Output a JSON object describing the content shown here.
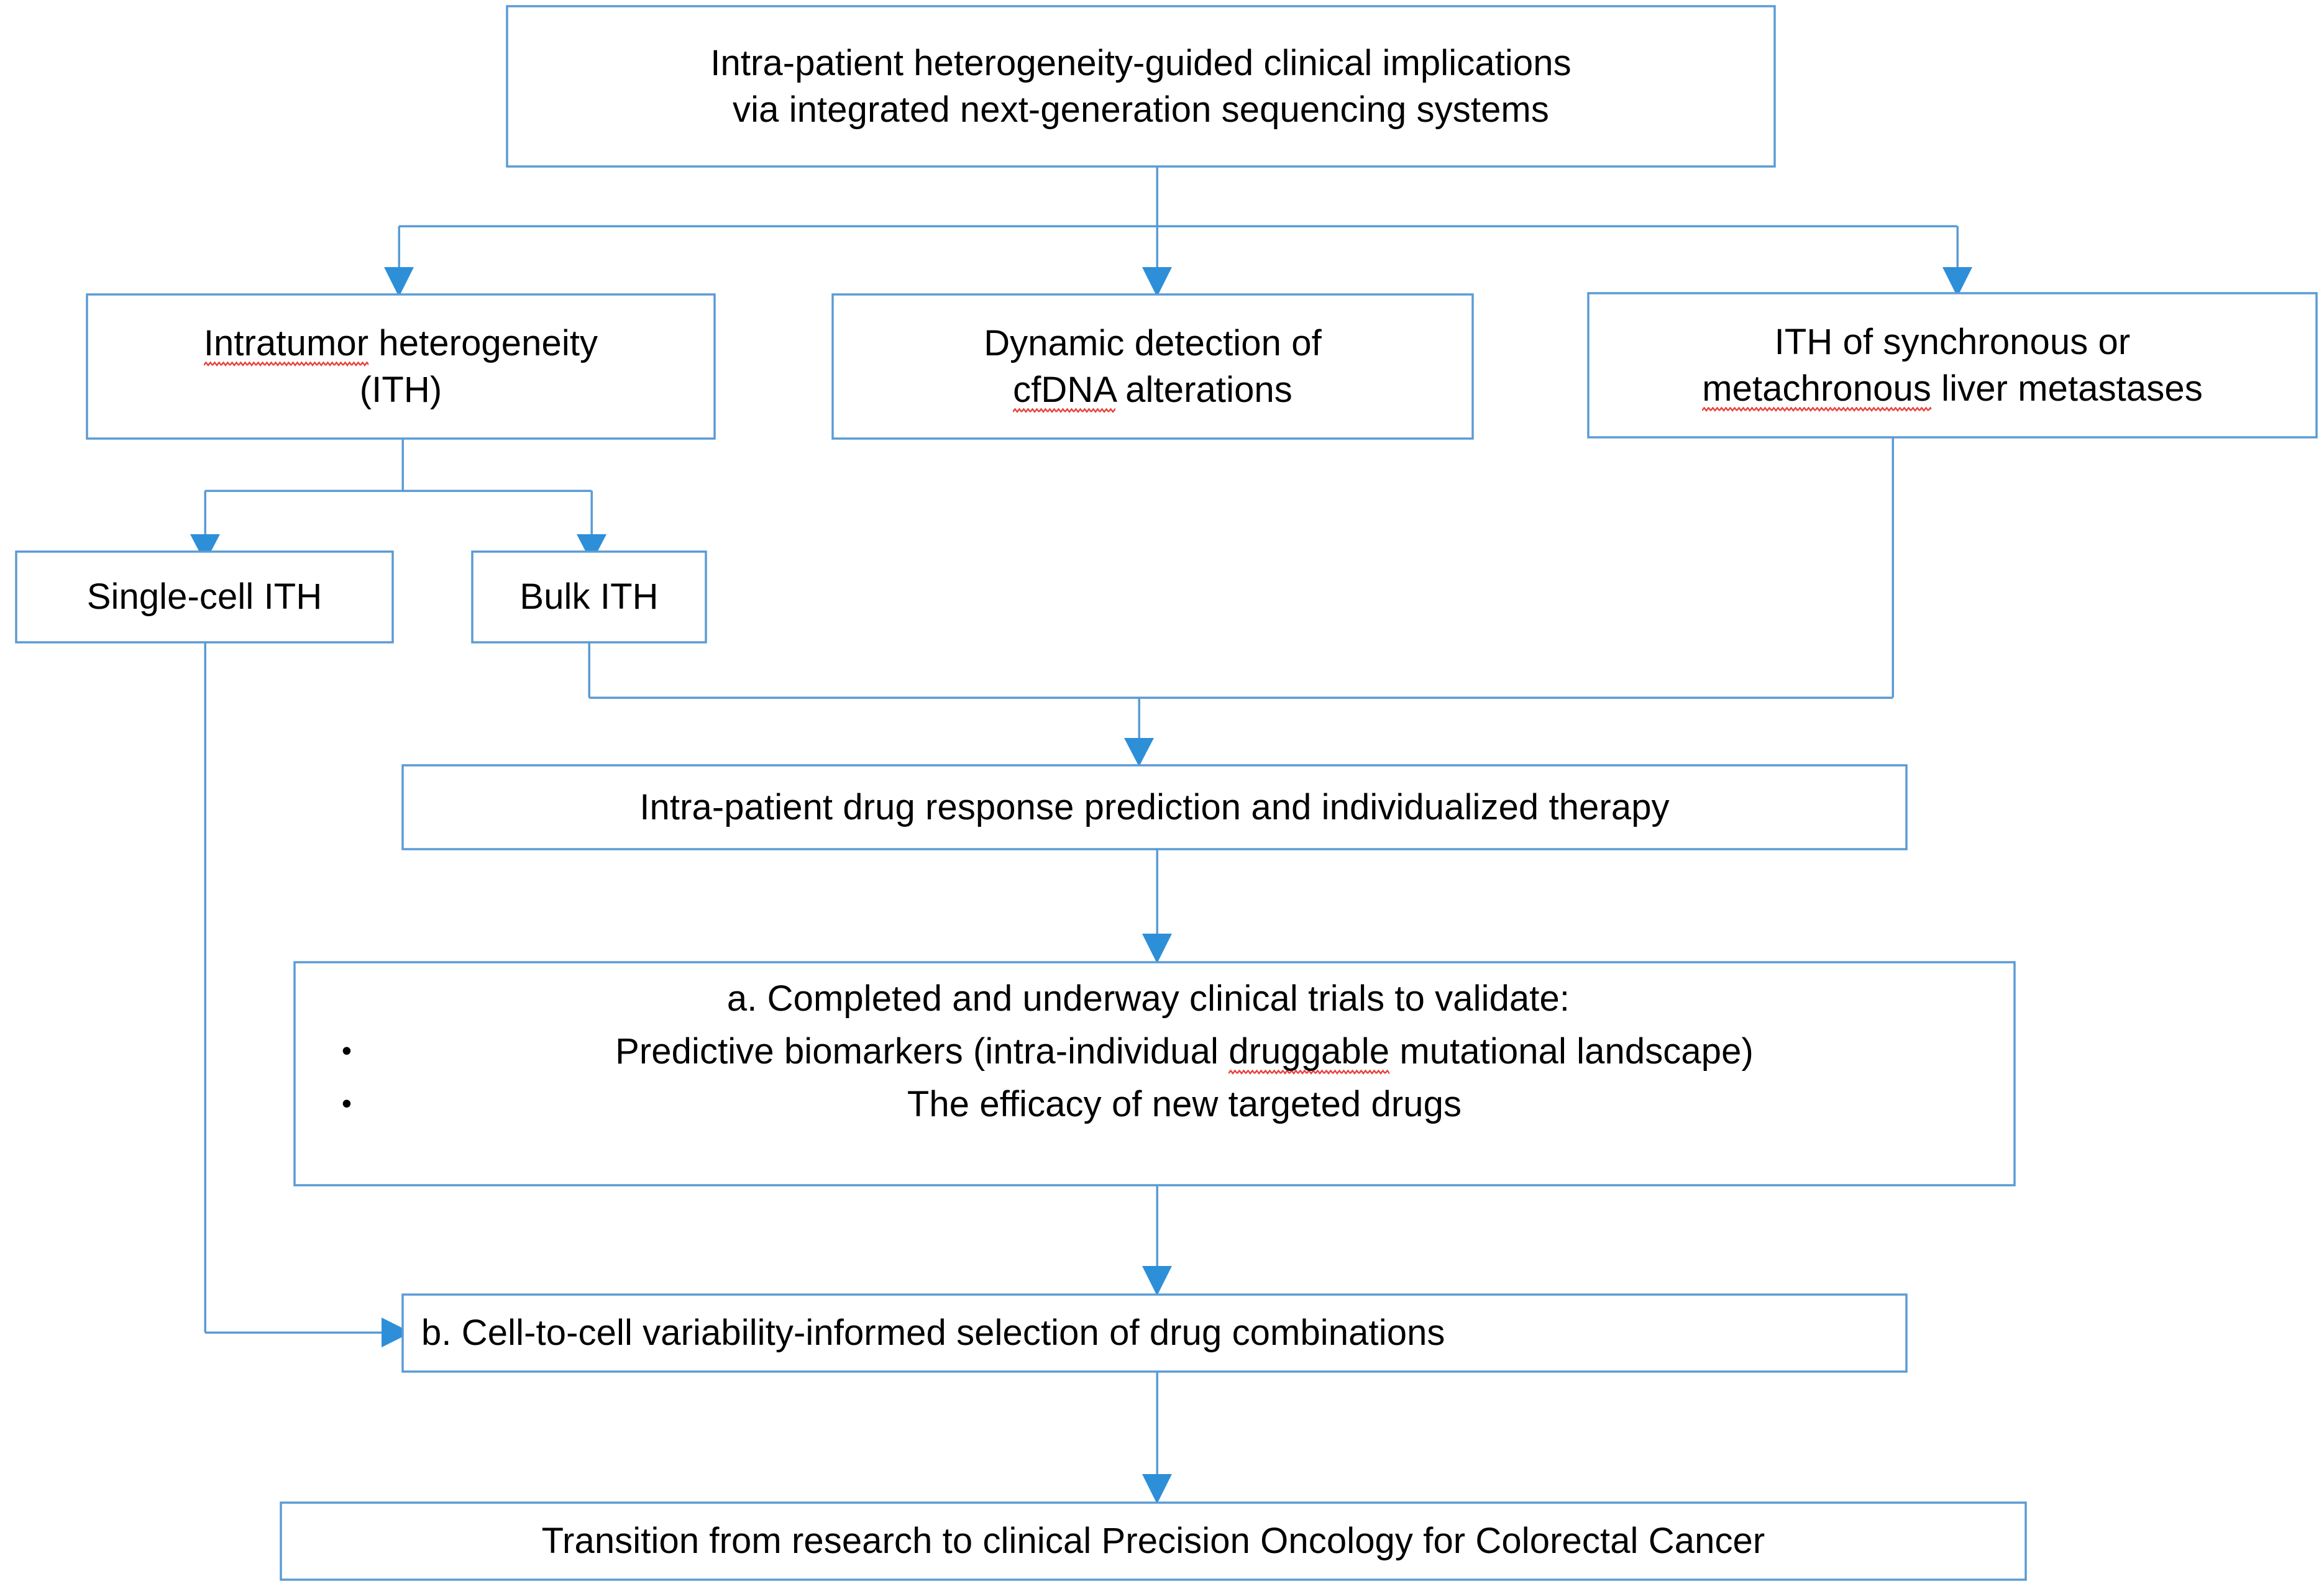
{
  "diagram": {
    "title_note": "Intra-patient heterogeneity-guided clinical implications flowchart",
    "colors": {
      "box_border": "#5b9bd5",
      "connector": "#5b9bd5",
      "arrowhead": "#2e8fd9",
      "text": "#000000",
      "spellcheck_underline": "#e8413a",
      "background": "#ffffff"
    }
  },
  "nodes": {
    "root": {
      "id": "root",
      "line1": "Intra-patient heterogeneity-guided clinical implications",
      "line2": "via integrated next-generation sequencing systems"
    },
    "ith": {
      "id": "intratumor-heterogeneity",
      "line1_a": "Intratumor",
      "line1_b": " heterogeneity",
      "line2": "(ITH)"
    },
    "cfdna": {
      "id": "dynamic-detection-cfdna",
      "line1": "Dynamic detection of",
      "line2_a": "cfDNA",
      "line2_b": " alterations"
    },
    "metastases": {
      "id": "ith-synchronous-metachronous",
      "line1": "ITH of synchronous or",
      "line2_a": "metachronous",
      "line2_b": " liver metastases"
    },
    "single_cell": {
      "id": "single-cell-ith",
      "label": "Single-cell ITH"
    },
    "bulk": {
      "id": "bulk-ith",
      "label": "Bulk ITH"
    },
    "drug_response": {
      "id": "drug-response-prediction",
      "label": "Intra-patient drug response prediction and individualized therapy"
    },
    "trials": {
      "id": "clinical-trials-validate",
      "heading": "a. Completed and underway clinical trials to validate:",
      "bullet_marker": "•",
      "bullets": [
        {
          "pre": "Predictive biomarkers (intra-individual ",
          "mark": "druggable",
          "post": " mutational landscape)"
        },
        {
          "pre": "The efficacy of new targeted drugs",
          "mark": "",
          "post": ""
        }
      ]
    },
    "combinations": {
      "id": "drug-combinations-selection",
      "label": "b. Cell-to-cell variability-informed selection of drug combinations"
    },
    "transition": {
      "id": "transition-precision-oncology",
      "label": "Transition from research to clinical Precision Oncology for Colorectal Cancer"
    }
  },
  "edges": [
    {
      "from": "root",
      "to": "ith",
      "type": "elbow-down-left"
    },
    {
      "from": "root",
      "to": "cfdna",
      "type": "straight-down"
    },
    {
      "from": "root",
      "to": "metastases",
      "type": "elbow-down-right"
    },
    {
      "from": "ith",
      "to": "single_cell",
      "type": "elbow-down-left"
    },
    {
      "from": "ith",
      "to": "bulk",
      "type": "elbow-down-right"
    },
    {
      "from": "bulk",
      "to": "drug_response",
      "type": "merge-bar"
    },
    {
      "from": "metastases",
      "to": "drug_response",
      "type": "merge-bar"
    },
    {
      "from": "drug_response",
      "to": "trials",
      "type": "straight-down"
    },
    {
      "from": "trials",
      "to": "combinations",
      "type": "straight-down"
    },
    {
      "from": "single_cell",
      "to": "combinations",
      "type": "elbow-right-into-left-edge"
    },
    {
      "from": "combinations",
      "to": "transition",
      "type": "straight-down"
    }
  ]
}
